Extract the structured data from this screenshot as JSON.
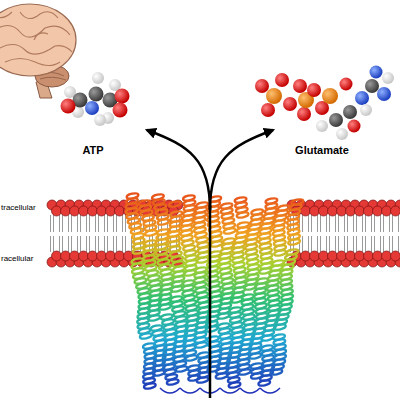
{
  "diagram": {
    "labels": [
      "ATP",
      "Glutamate",
      "tracellular",
      "racellular"
    ]
  }
}
